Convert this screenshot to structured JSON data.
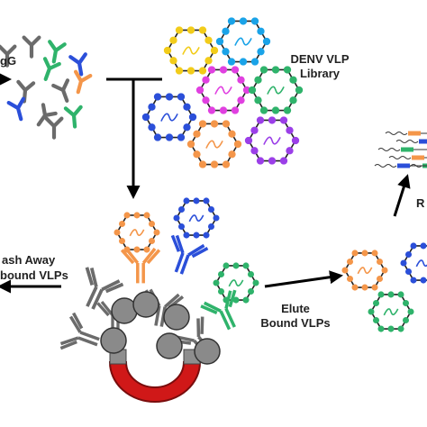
{
  "labels": {
    "igg_fragment": "gG",
    "library_line1": "DENV VLP",
    "library_line2": "Library",
    "wash_line1": "ash Away",
    "wash_line2": "bound VLPs",
    "elute_line1": "Elute",
    "elute_line2": "Bound VLPs",
    "rt_fragment": "R"
  },
  "colors": {
    "orange": "#f4964a",
    "green": "#2fb36b",
    "blue": "#2b4fd9",
    "cyan": "#1aa3e8",
    "yellow": "#f2cc1a",
    "magenta": "#e040e0",
    "purple": "#9b3fe8",
    "gray": "#6b6b6b",
    "magnet_red": "#d01818",
    "arrow": "#000000"
  },
  "icons": [
    "antibody-icon",
    "vlp-particle-icon",
    "magnetic-bead-icon",
    "magnet-icon",
    "sequencing-read-icon",
    "arrow-icon",
    "inhibit-arrow-icon"
  ]
}
